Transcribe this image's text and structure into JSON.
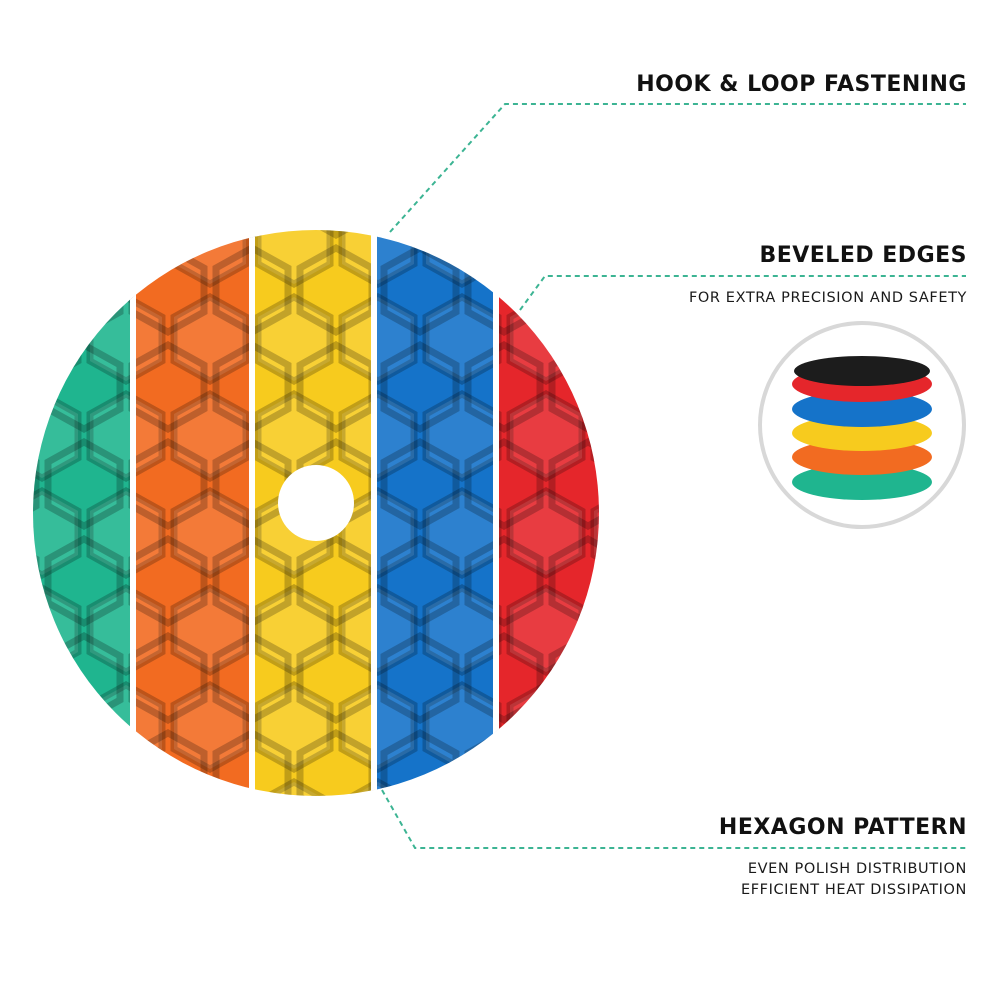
{
  "features": {
    "hook_loop": {
      "title": "HOOK & LOOP FASTENING"
    },
    "beveled_edges": {
      "title": "BEVELED EDGES",
      "subtitle": "FOR EXTRA PRECISION AND SAFETY"
    },
    "hexagon_pattern": {
      "title": "HEXAGON PATTERN",
      "lines": [
        "EVEN POLISH DISTRIBUTION",
        "EFFICIENT HEAT DISSIPATION"
      ]
    }
  },
  "pad_colors": {
    "green": "#1fb58f",
    "orange": "#f26b21",
    "yellow": "#f7cb1e",
    "blue": "#1573c9",
    "red": "#e5262b"
  },
  "callout_line_color": "#3cb493",
  "icons": {
    "pad": "polishing-pad-hexagon",
    "stack": "pad-stack-thumbnail"
  }
}
